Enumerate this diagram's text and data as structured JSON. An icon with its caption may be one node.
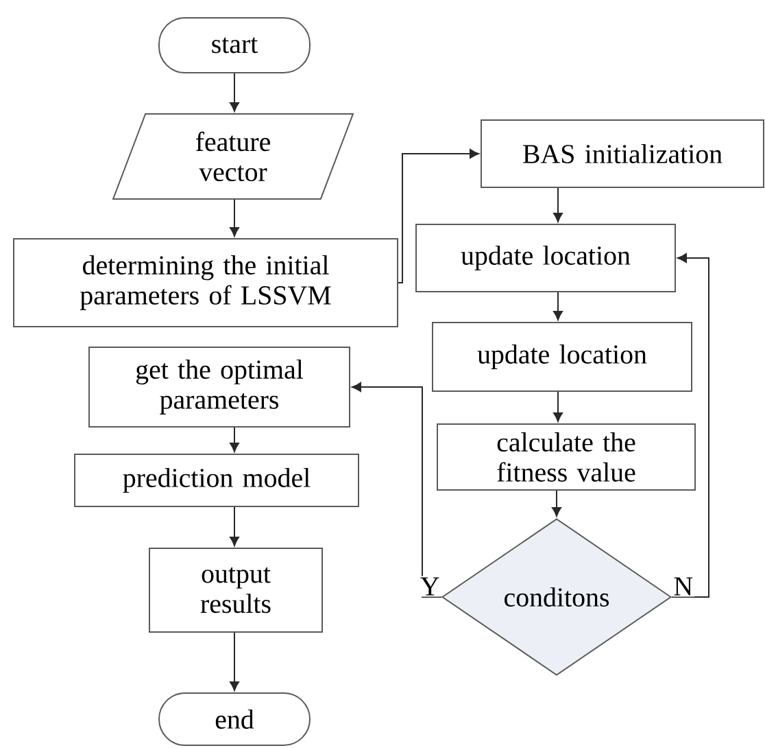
{
  "diagram": {
    "nodes": [
      {
        "text": [
          "start"
        ]
      },
      {
        "text": [
          "feature vector"
        ]
      },
      {
        "text": [
          "determining the initial parameters of LSSVM"
        ]
      },
      {
        "text": [
          "get the optimal parameters"
        ]
      },
      {
        "text": [
          "prediction model"
        ]
      },
      {
        "text": [
          "output results"
        ]
      },
      {
        "text": [
          "end"
        ]
      },
      {
        "text": [
          "BAS initialization"
        ]
      },
      {
        "text": [
          "update location"
        ]
      },
      {
        "text": [
          "update location"
        ]
      },
      {
        "text": [
          "calculate the fitness value"
        ]
      },
      {
        "text": [
          "conditons"
        ]
      }
    ],
    "edges": [
      {
        "from": 0,
        "to": 1,
        "arrow": "to"
      },
      {
        "from": 1,
        "to": 2,
        "arrow": "to"
      },
      {
        "from": 2,
        "to": 7,
        "arrow": "to"
      },
      {
        "from": 7,
        "to": 8,
        "arrow": "to"
      },
      {
        "from": 8,
        "to": 9,
        "arrow": "to"
      },
      {
        "from": 9,
        "to": 10,
        "arrow": "to"
      },
      {
        "from": 10,
        "to": 11,
        "arrow": "to"
      },
      {
        "from": 11,
        "to": 3,
        "arrow": "to",
        "label": "Y"
      },
      {
        "from": 11,
        "to": 8,
        "arrow": "to",
        "label": "N"
      },
      {
        "from": 3,
        "to": 4,
        "arrow": "to"
      },
      {
        "from": 4,
        "to": 5,
        "arrow": "to"
      },
      {
        "from": 5,
        "to": 6,
        "arrow": "to"
      }
    ]
  }
}
